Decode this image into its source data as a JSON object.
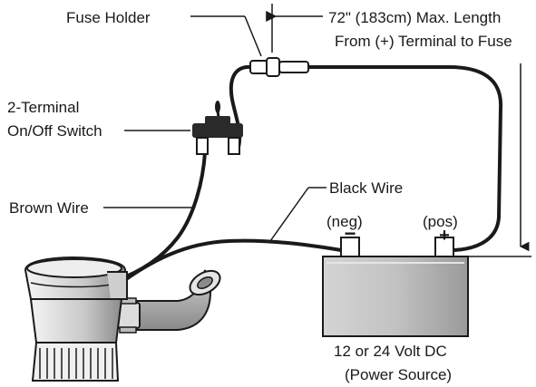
{
  "labels": {
    "fuse_holder": "Fuse Holder",
    "max_length_line1": "72\" (183cm) Max. Length",
    "max_length_line2": "From (+) Terminal to Fuse",
    "switch_line1": "2-Terminal",
    "switch_line2": "On/Off Switch",
    "black_wire": "Black Wire",
    "brown_wire": "Brown Wire",
    "neg": "(neg)",
    "pos": "(pos)",
    "neg_symbol": "−",
    "pos_symbol": "+",
    "battery_line1": "12 or 24 Volt DC",
    "battery_line2": "(Power Source)"
  },
  "colors": {
    "line": "#1a1a1a",
    "switch_body": "#2a2a2a",
    "battery_fill": "#c8c8c8",
    "pump_light": "#e6e6e6",
    "pump_mid": "#b4b4b4",
    "hose": "#b0b0b0"
  }
}
